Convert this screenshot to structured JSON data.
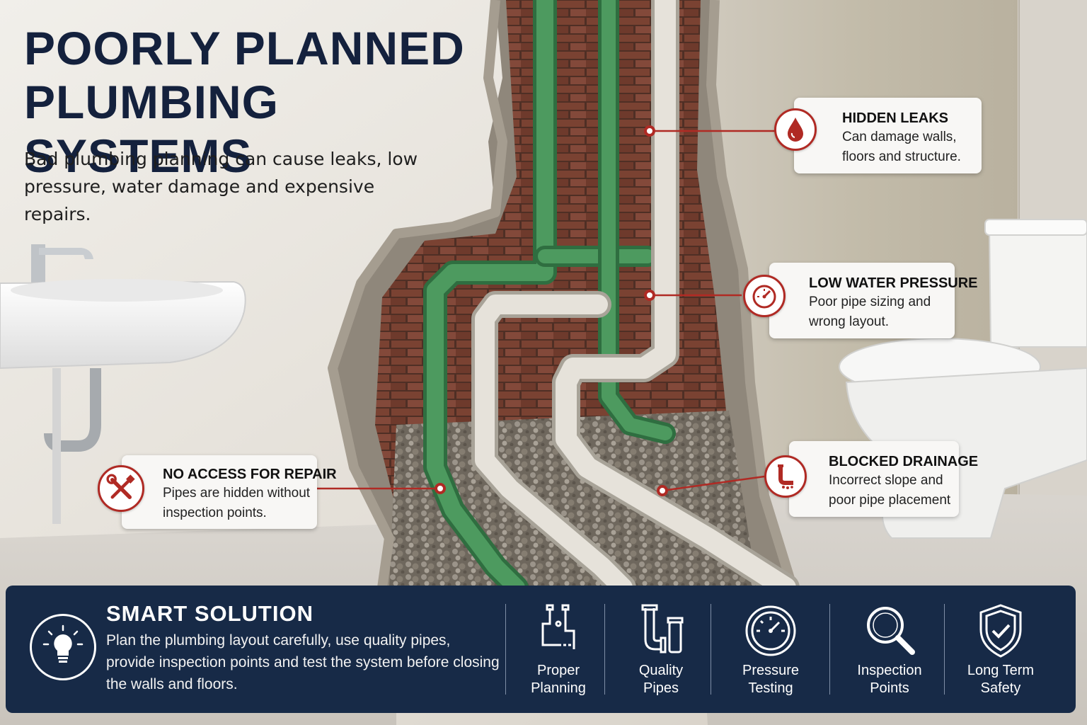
{
  "title": {
    "line1": "POORLY PLANNED",
    "line2": "PLUMBING SYSTEMS"
  },
  "intro": "Bad plumbing planning can cause leaks, low pressure, water damage and expensive repairs.",
  "callouts": [
    {
      "icon": "water-drop-icon",
      "title": "HIDDEN LEAKS",
      "desc": "Can damage walls, floors and structure."
    },
    {
      "icon": "pressure-gauge-icon",
      "title": "LOW WATER PRESSURE",
      "desc": "Poor pipe sizing and wrong layout."
    },
    {
      "icon": "blocked-pipe-icon",
      "title": "BLOCKED DRAINAGE",
      "desc": "Incorrect slope and poor pipe placement"
    },
    {
      "icon": "wrench-screwdriver-icon",
      "title": "NO ACCESS FOR REPAIR",
      "desc": "Pipes are hidden without inspection points."
    }
  ],
  "solution": {
    "icon": "lightbulb-icon",
    "title": "SMART SOLUTION",
    "text": "Plan the plumbing layout carefully, use quality pipes, provide inspection points and test the system before closing the walls and floors."
  },
  "features": [
    {
      "icon": "pipe-layout-icon",
      "line1": "Proper",
      "line2": "Planning"
    },
    {
      "icon": "pipes-icon",
      "line1": "Quality",
      "line2": "Pipes"
    },
    {
      "icon": "gauge-icon",
      "line1": "Pressure",
      "line2": "Testing"
    },
    {
      "icon": "magnifier-icon",
      "line1": "Inspection",
      "line2": "Points"
    },
    {
      "icon": "shield-check-icon",
      "line1": "Long Term",
      "line2": "Safety"
    }
  ],
  "colors": {
    "navy": "#172a47",
    "title": "#14213d",
    "accent_red": "#b02a24",
    "green_pipe": "#3f8f55",
    "white_pipe": "#e2ded6"
  }
}
